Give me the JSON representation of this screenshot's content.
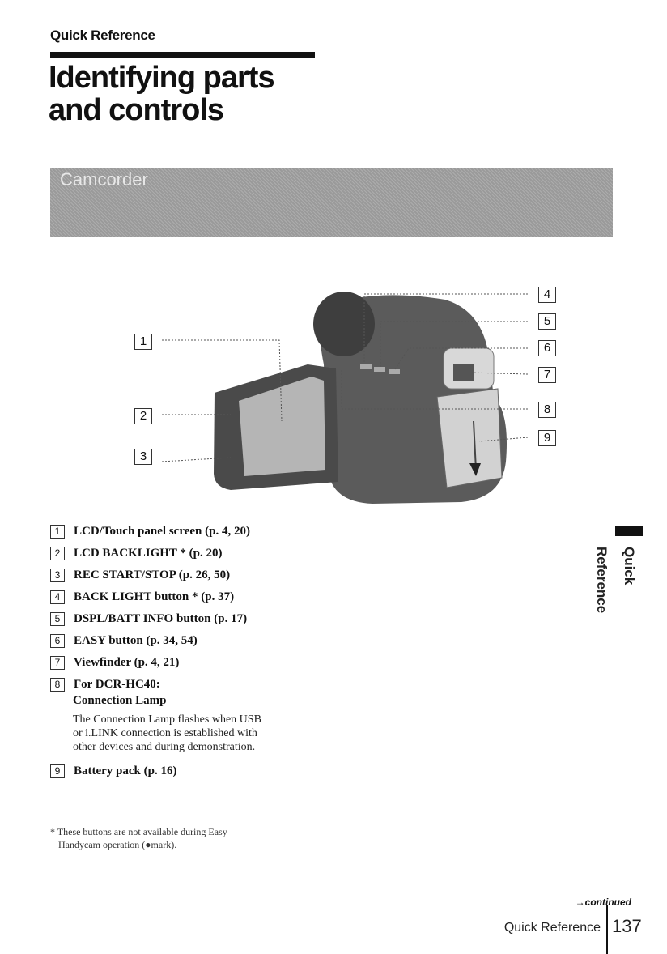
{
  "header": {
    "section": "Quick Reference",
    "title": "Identifying parts and controls"
  },
  "banner": {
    "label": "Camcorder"
  },
  "figure": {
    "callouts": [
      "1",
      "2",
      "3",
      "4",
      "5",
      "6",
      "7",
      "8",
      "9"
    ]
  },
  "items": [
    {
      "num": "1",
      "label": "LCD/Touch panel screen (p. 4, 20)"
    },
    {
      "num": "2",
      "label": "LCD BACKLIGHT * (p. 20)"
    },
    {
      "num": "3",
      "label": "REC START/STOP (p. 26, 50)"
    },
    {
      "num": "4",
      "label": "BACK LIGHT button * (p. 37)"
    },
    {
      "num": "5",
      "label": "DSPL/BATT INFO button (p. 17)"
    },
    {
      "num": "6",
      "label": "EASY button (p. 34, 54)"
    },
    {
      "num": "7",
      "label": "Viewfinder (p. 4, 21)"
    },
    {
      "num": "8",
      "label": "For DCR-HC40:",
      "sublabel": "Connection Lamp",
      "desc_lines": [
        "The Connection Lamp flashes when USB",
        "or i.LINK connection is established with",
        "other devices and during demonstration."
      ]
    },
    {
      "num": "9",
      "label": "Battery pack (p. 16)"
    }
  ],
  "footnote": {
    "line1": "* These buttons are not available during Easy",
    "line2": "Handycam operation (●mark)."
  },
  "side_tab": "Quick Reference",
  "footer": {
    "continued": "→continued",
    "section": "Quick Reference",
    "page": "137"
  }
}
